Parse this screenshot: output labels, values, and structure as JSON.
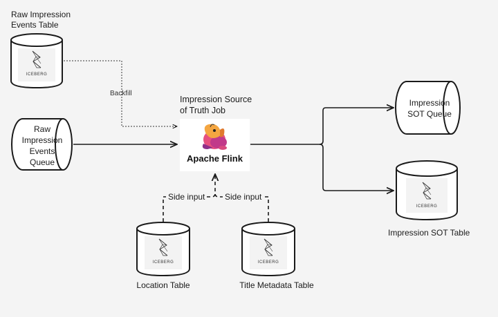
{
  "nodes": {
    "raw_table": {
      "label_line1": "Raw Impression",
      "label_line2": "Events Table",
      "logo_text": "ICEBERG"
    },
    "raw_queue": {
      "line1": "Raw",
      "line2": "Impression",
      "line3": "Events",
      "line4": "Queue"
    },
    "job": {
      "title_line1": "Impression Source",
      "title_line2": "of Truth Job",
      "engine_name": "Apache Flink"
    },
    "sot_queue": {
      "line1": "Impression",
      "line2": "SOT Queue"
    },
    "sot_table": {
      "label": "Impression SOT Table",
      "logo_text": "ICEBERG"
    },
    "location_table": {
      "label": "Location Table",
      "logo_text": "ICEBERG"
    },
    "title_table": {
      "label": "Title Metadata Table",
      "logo_text": "ICEBERG"
    }
  },
  "edges": {
    "backfill": "Backfill",
    "side_input_left": "Side input",
    "side_input_right": "Side input"
  },
  "colors": {
    "stroke": "#1a1a1a",
    "background": "#f4f4f4",
    "fill": "#ffffff"
  },
  "icons": [
    "iceberg-logo-icon",
    "flink-squirrel-icon"
  ]
}
